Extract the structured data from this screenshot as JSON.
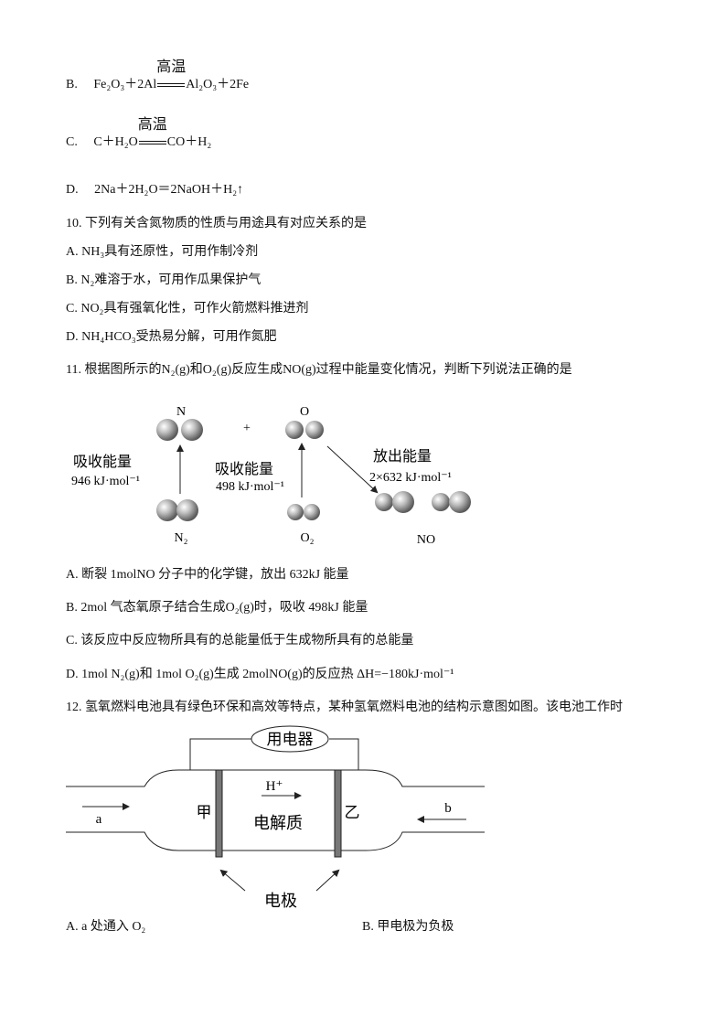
{
  "q9": {
    "optB": {
      "label": "B.",
      "lhs": "Fe₂O₃＋2Al",
      "cond": "高温",
      "rhs": "Al₂O₃＋2Fe"
    },
    "optC": {
      "label": "C.",
      "lhs": "C＋H₂O",
      "cond": "高温",
      "rhs": "CO＋H₂"
    },
    "optD": {
      "label": "D.",
      "eq": "2Na＋2H₂O＝2NaOH＋H₂↑"
    }
  },
  "q10": {
    "stem": "10. 下列有关含氮物质的性质与用途具有对应关系的是",
    "options": [
      "A. NH₃具有还原性，可用作制冷剂",
      "B. N₂难溶于水，可用作瓜果保护气",
      "C. NO₂具有强氧化性，可作火箭燃料推进剂",
      "D. NH₄HCO₃受热易分解，可用作氮肥"
    ]
  },
  "q11": {
    "stem": "11. 根据图所示的N₂(g)和O₂(g)反应生成NO(g)过程中能量变化情况，判断下列说法正确的是",
    "diagram": {
      "n_label": "N",
      "plus": "+",
      "o_label": "O",
      "absorb1_title": "吸收能量",
      "absorb1_value": "946 kJ·mol⁻¹",
      "absorb2_title": "吸收能量",
      "absorb2_value": "498 kJ·mol⁻¹",
      "release_title": "放出能量",
      "release_value": "2×632 kJ·mol⁻¹",
      "n2_label": "N₂",
      "o2_label": "O₂",
      "no_label": "NO"
    },
    "options": [
      "A. 断裂 1molNO 分子中的化学键，放出 632kJ 能量",
      "B. 2mol 气态氧原子结合生成O₂(g)时，吸收 498kJ 能量",
      "C. 该反应中反应物所具有的总能量低于生成物所具有的总能量",
      "D. 1mol N₂(g)和 1mol O₂(g)生成 2molNO(g)的反应热 ΔH=−180kJ·mol⁻¹"
    ]
  },
  "q12": {
    "stem": "12. 氢氧燃料电池具有绿色环保和高效等特点，某种氢氧燃料电池的结构示意图如图。该电池工作时",
    "diagram": {
      "load": "用电器",
      "ion": "H⁺",
      "left_electrode": "甲",
      "electrolyte": "电解质",
      "right_electrode": "乙",
      "inlet_a": "a",
      "inlet_b": "b",
      "electrode_label": "电极"
    },
    "optA": "A. a 处通入 O₂",
    "optB": "B.  甲电极为负极"
  }
}
